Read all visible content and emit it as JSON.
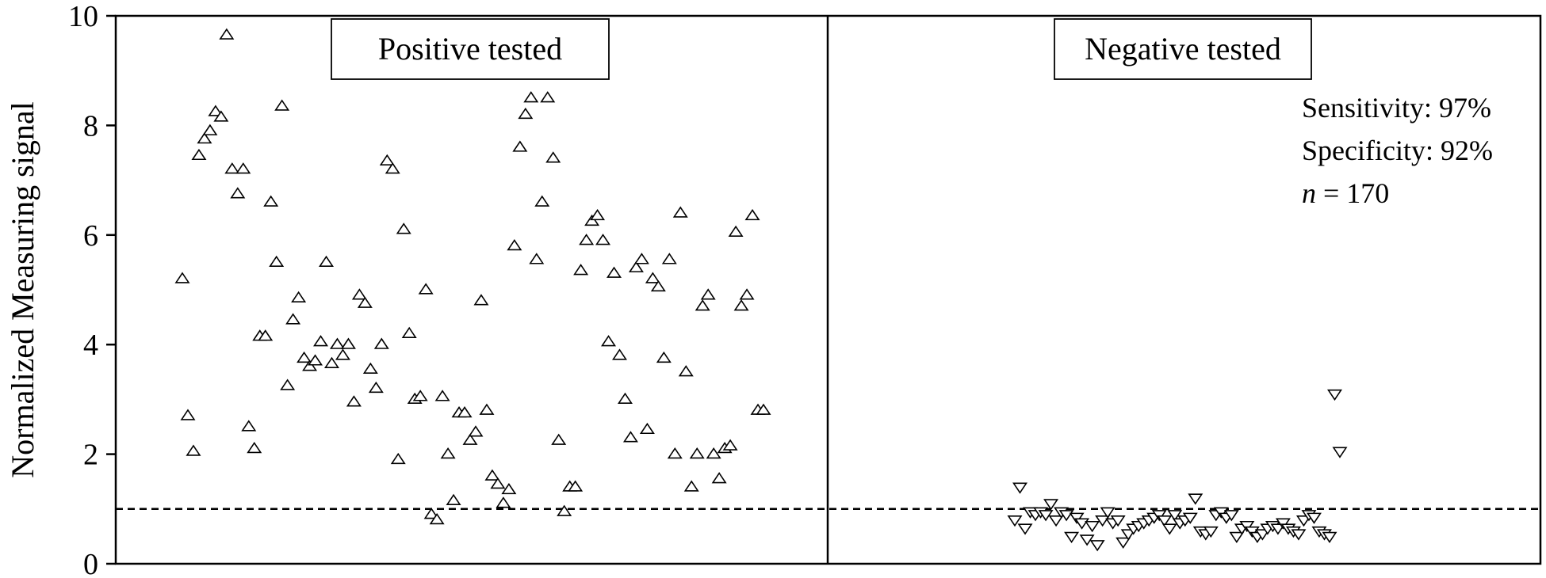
{
  "chart_data": {
    "type": "scatter",
    "ylabel": "Normalized Measuring signal",
    "ylim": [
      0,
      10
    ],
    "yticks": [
      "0",
      "2",
      "4",
      "6",
      "8",
      "10"
    ],
    "threshold": 1,
    "panels": [
      {
        "title": "Positive tested",
        "marker": "triangle-up",
        "values": [
          5.2,
          2.7,
          2.05,
          7.45,
          7.75,
          7.9,
          8.25,
          8.15,
          9.65,
          7.2,
          6.75,
          7.2,
          2.5,
          2.1,
          4.15,
          4.15,
          6.6,
          5.5,
          8.35,
          3.25,
          4.45,
          4.85,
          3.75,
          3.6,
          3.7,
          4.05,
          5.5,
          3.65,
          4.0,
          3.8,
          4.0,
          2.95,
          4.9,
          4.75,
          3.55,
          3.2,
          4.0,
          7.35,
          7.2,
          1.9,
          6.1,
          4.2,
          3.0,
          3.05,
          5.0,
          0.9,
          0.8,
          3.05,
          2.0,
          1.15,
          2.75,
          2.75,
          2.25,
          2.4,
          4.8,
          2.8,
          1.6,
          1.45,
          1.1,
          1.35,
          5.8,
          7.6,
          8.2,
          8.5,
          5.55,
          6.6,
          8.5,
          7.4,
          2.25,
          0.95,
          1.4,
          1.4,
          5.35,
          5.9,
          6.25,
          6.35,
          5.9,
          4.05,
          5.3,
          3.8,
          3.0,
          2.3,
          5.4,
          5.55,
          2.45,
          5.2,
          5.05,
          3.75,
          5.55,
          2.0,
          6.4,
          3.5,
          1.4,
          2.0,
          4.7,
          4.9,
          2.0,
          1.55,
          2.1,
          2.15,
          6.05,
          4.7,
          4.9,
          6.35,
          2.8,
          2.8
        ]
      },
      {
        "title": "Negative tested",
        "marker": "triangle-down",
        "values": [
          0.8,
          1.4,
          0.65,
          0.95,
          0.9,
          0.95,
          0.9,
          1.1,
          0.8,
          0.95,
          0.9,
          0.5,
          0.85,
          0.75,
          0.45,
          0.7,
          0.35,
          0.8,
          0.95,
          0.75,
          0.8,
          0.4,
          0.55,
          0.65,
          0.7,
          0.75,
          0.8,
          0.85,
          0.9,
          0.8,
          0.65,
          0.9,
          0.75,
          0.8,
          0.85,
          1.2,
          0.6,
          0.55,
          0.6,
          0.9,
          0.95,
          0.85,
          0.9,
          0.5,
          0.65,
          0.7,
          0.6,
          0.5,
          0.55,
          0.65,
          0.7,
          0.65,
          0.75,
          0.65,
          0.6,
          0.55,
          0.8,
          0.9,
          0.85,
          0.6,
          0.55,
          0.5,
          3.1,
          2.05
        ]
      }
    ],
    "annotations": {
      "sensitivity": "Sensitivity: 97%",
      "specificity": "Specificity: 92%",
      "n_label": "n",
      "n_value": " = 170"
    },
    "grid": false,
    "legend": "none"
  }
}
